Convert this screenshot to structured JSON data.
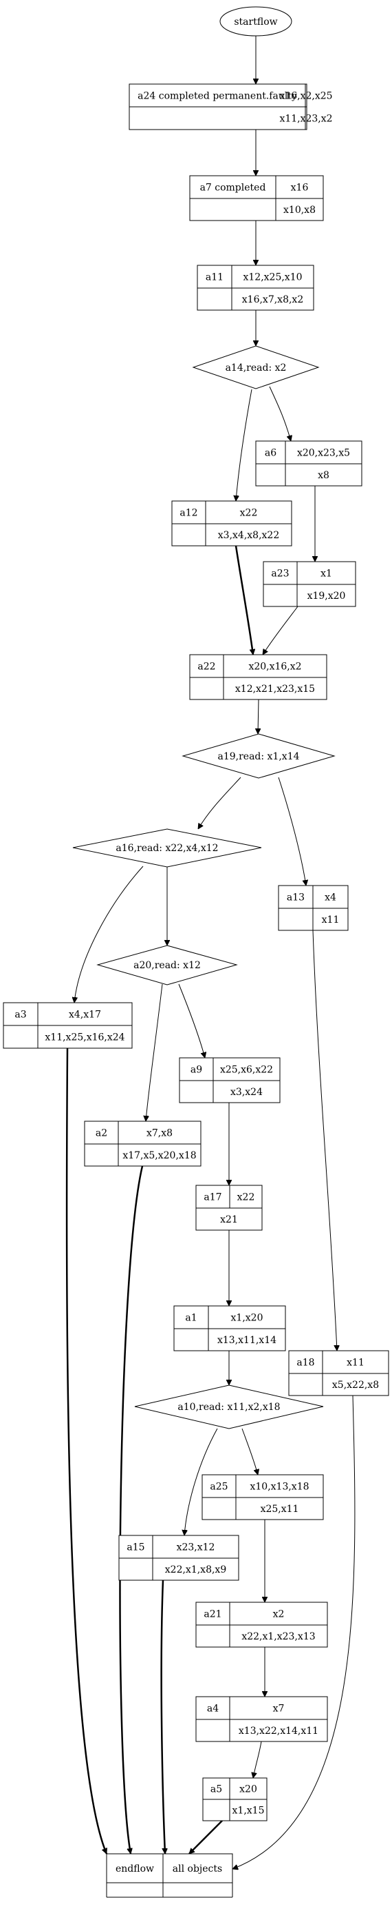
{
  "start": "startflow",
  "nodes": {
    "a24": {
      "id": "a24 completed permanent.faulty",
      "top": "x16,x2,x25",
      "bottom": "x11,x23,x2"
    },
    "a7": {
      "id": "a7 completed",
      "top": "x16",
      "bottom": "x10,x8"
    },
    "a11": {
      "id": "a11",
      "top": "x12,x25,x10",
      "bottom": "x16,x7,x8,x2"
    },
    "a6": {
      "id": "a6",
      "top": "x20,x23,x5",
      "bottom": "x8"
    },
    "a12": {
      "id": "a12",
      "top": "x22",
      "bottom": "x3,x4,x8,x22"
    },
    "a23": {
      "id": "a23",
      "top": "x1",
      "bottom": "x19,x20"
    },
    "a22": {
      "id": "a22",
      "top": "x20,x16,x2",
      "bottom": "x12,x21,x23,x15"
    },
    "a13": {
      "id": "a13",
      "top": "x4",
      "bottom": "x11"
    },
    "a3": {
      "id": "a3",
      "top": "x4,x17",
      "bottom": "x11,x25,x16,x24"
    },
    "a9": {
      "id": "a9",
      "top": "x25,x6,x22",
      "bottom": "x3,x24"
    },
    "a2": {
      "id": "a2",
      "top": "x7,x8",
      "bottom": "x17,x5,x20,x18"
    },
    "a17": {
      "id": "a17",
      "top": "x22",
      "bottom": "x21"
    },
    "a18": {
      "id": "a18",
      "top": "x11",
      "bottom": "x5,x22,x8"
    },
    "a1": {
      "id": "a1",
      "top": "x1,x20",
      "bottom": "x13,x11,x14"
    },
    "a25": {
      "id": "a25",
      "top": "x10,x13,x18",
      "bottom": "x25,x11"
    },
    "a15": {
      "id": "a15",
      "top": "x23,x12",
      "bottom": "x22,x1,x8,x9"
    },
    "a21": {
      "id": "a21",
      "top": "x2",
      "bottom": "x22,x1,x23,x13"
    },
    "a4": {
      "id": "a4",
      "top": "x7",
      "bottom": "x13,x22,x14,x11"
    },
    "a5": {
      "id": "a5",
      "top": "x20",
      "bottom": "x1,x15"
    }
  },
  "decisions": {
    "a14": "a14,read: x2",
    "a19": "a19,read: x1,x14",
    "a16": "a16,read: x22,x4,x12",
    "a20": "a20,read: x12",
    "a10": "a10,read: x11,x2,x18"
  },
  "end": {
    "left": "endflow",
    "right": "all objects"
  },
  "colors": {
    "stroke": "#000000",
    "background": "#ffffff"
  }
}
